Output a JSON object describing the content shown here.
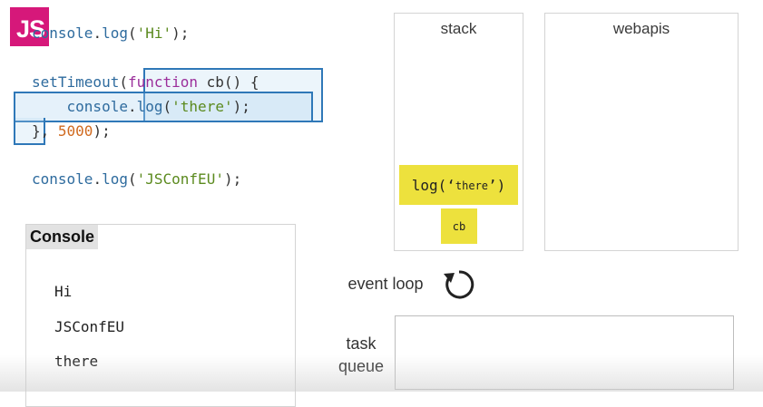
{
  "logo": "JS",
  "code": {
    "line1": {
      "a": "console",
      "b": ".",
      "c": "log",
      "d": "(",
      "e": "'Hi'",
      "f": ");"
    },
    "line2": {
      "a": "setTimeout",
      "b": "(",
      "c": "function",
      "d": " cb() {"
    },
    "line3": {
      "a": "    console",
      "b": ".",
      "c": "log",
      "d": "(",
      "e": "'there'",
      "f": ");"
    },
    "line4": {
      "a": "}",
      "b": ", ",
      "c": "5000",
      "d": ");"
    },
    "line5": {
      "a": "console",
      "b": ".",
      "c": "log",
      "d": "(",
      "e": "'JSConfEU'",
      "f": ");"
    }
  },
  "stack": {
    "title": "stack",
    "frames": [
      {
        "label_a": "log(‘",
        "label_b": "there",
        "label_c": "’)"
      },
      {
        "label": "cb"
      }
    ]
  },
  "webapis": {
    "title": "webapis"
  },
  "console": {
    "title": "Console",
    "lines": [
      "Hi",
      "JSConfEU",
      "there"
    ]
  },
  "event_loop": {
    "label": "event loop",
    "icon": "refresh-icon"
  },
  "task_queue": {
    "label_line1": "task",
    "label_line2": "queue"
  },
  "colors": {
    "logo_bg": "#d6187a",
    "frame_yellow": "#ede13d",
    "highlight_blue": "#2f78b8"
  }
}
